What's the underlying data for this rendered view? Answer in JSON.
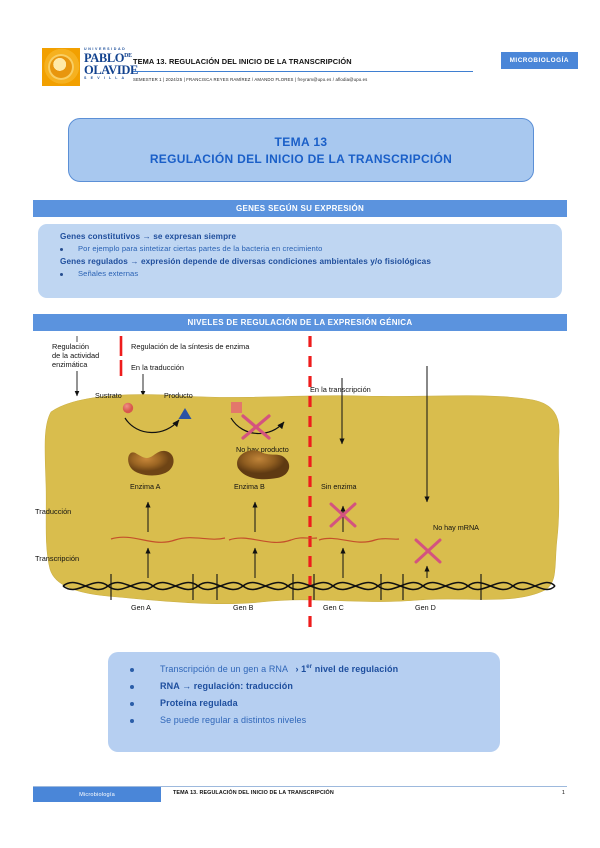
{
  "header": {
    "university_line1": "UNIVERSIDAD",
    "university_name1": "PABLO",
    "university_de": "DE",
    "university_name2": "OLAVIDE",
    "university_line2": "S E V I L L A",
    "course_title": "TEMA 13. REGULACIÓN DEL INICIO DE LA TRANSCRIPCIÓN",
    "meta_line": "SEMESTER 1 | 2024/25  | FRANCISCA REYES RAMÍREZ / AMANDO FLORES | freyram@upo.es / aflodia@upo.es",
    "subject_badge": "MICROBIOLOGÍA"
  },
  "title_card": {
    "line1": "TEMA 13",
    "line2": "REGULACIÓN DEL INICIO DE LA TRANSCRIPCIÓN"
  },
  "sections": {
    "section1_bar": "GENES SEGÚN SU EXPRESIÓN",
    "section2_bar": "NIVELES DE REGULACIÓN DE LA EXPRESIÓN GÉNICA"
  },
  "genes_card": {
    "line1": "Genes constitutivos → se expresan siempre",
    "bullet1": "Por ejemplo para sintetizar ciertas partes de la bacteria en crecimiento",
    "line2": "Genes regulados → expresión depende de diversas condiciones ambientales y/o fisiológicas",
    "bullet2": "Señales externas"
  },
  "diagram": {
    "label_regulacion_actividad": "Regulación",
    "label_regulacion_actividad_2": "de la actividad",
    "label_regulacion_actividad_3": "enzimática",
    "label_regulacion_sintesis": "Regulación de la síntesis de enzima",
    "label_en_la_traduccion": "En la traducción",
    "label_en_la_transcripcion": "En la transcripción",
    "label_sustrato": "Sustrato",
    "label_producto": "Producto",
    "label_no_hay_producto": "No hay producto",
    "label_enzima_a": "Enzima A",
    "label_enzima_b": "Enzima B",
    "label_sin_enzima": "Sin enzima",
    "label_no_hay_mrna": "No hay mRNA",
    "label_traduccion": "Traducción",
    "label_transcripcion": "Transcripción",
    "label_gen_a": "Gen A",
    "label_gen_b": "Gen B",
    "label_gen_c": "Gen C",
    "label_gen_d": "Gen D",
    "colors": {
      "cell": "#d9bd4d",
      "divider": "#ee1c1c",
      "substrate": "#e06a5e",
      "product": "#2a52a5",
      "cross": "#d4537f",
      "mrna": "#c4502a",
      "enzyme": "#8a5a22"
    }
  },
  "levels_card": {
    "bullet1_a": "Transcripción de un gen a RNA",
    "bullet1_b": "› 1",
    "bullet1_sup": "er",
    "bullet1_c": " nivel de regulación",
    "bullet2": "RNA → regulación: traducción",
    "bullet3": "Proteína regulada",
    "bullet4": "Se puede regular a distintos niveles"
  },
  "footer": {
    "subject": "Microbiología",
    "title": "TEMA 13. REGULACIÓN DEL INICIO DE LA TRANSCRIPCIÓN",
    "page": "1"
  }
}
